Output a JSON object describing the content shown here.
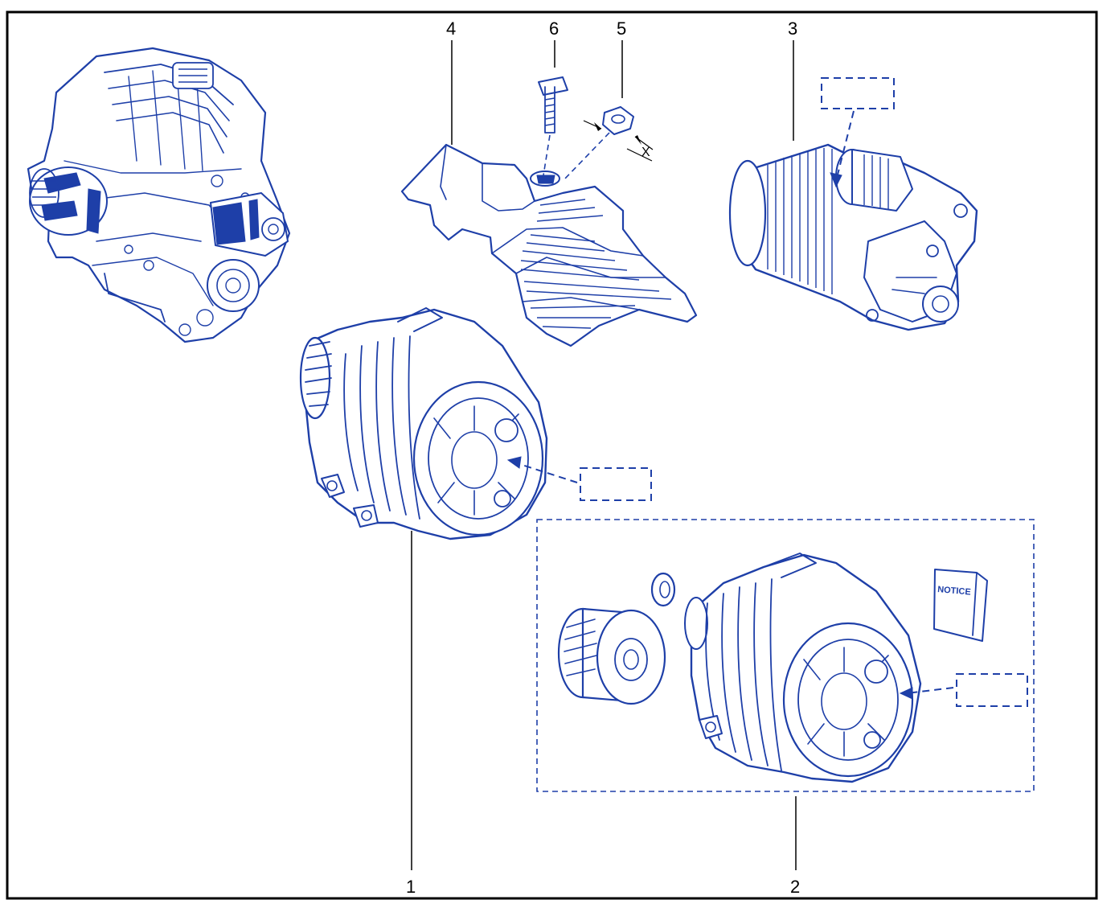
{
  "diagram": {
    "callouts": {
      "part_1": "1",
      "part_2": "2",
      "part_3": "3",
      "part_4": "4",
      "part_5": "5",
      "part_6": "6"
    },
    "dimension_label": "X",
    "notice_booklet_text": "NOTICE",
    "colors": {
      "line_art": "#1e3fa8",
      "frame": "#000000",
      "background": "#ffffff"
    }
  }
}
